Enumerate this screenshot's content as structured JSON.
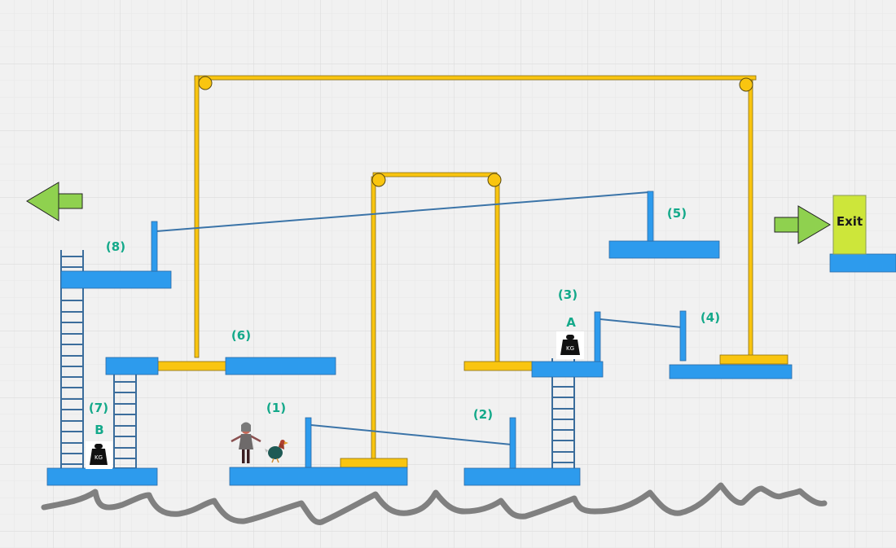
{
  "colors": {
    "background": "#f1f1f1",
    "grid_minor": "#e6e6e6",
    "grid_major": "#dadada",
    "platform": "#2d9bed",
    "platform_stroke": "#2c6aa3",
    "rope_frame": "#f9c510",
    "rope_frame_stroke": "#8a6d10",
    "wire": "#3b74a8",
    "ladder": "#3b6d9c",
    "label": "#14a98a",
    "arrow_fill": "#8fd14f",
    "exit_fill": "#cde63a",
    "ground_wave": "#808080"
  },
  "labels": {
    "p1": "(1)",
    "p2": "(2)",
    "p3": "(3)",
    "p4": "(4)",
    "p5": "(5)",
    "p6": "(6)",
    "p7": "(7)",
    "p8": "(8)",
    "weight_a": "A",
    "weight_b": "B"
  },
  "exit": {
    "label": "Exit"
  },
  "weights": {
    "a_text": "KG",
    "b_text": "KG"
  },
  "icons": {
    "left_arrow": "arrow-left-icon",
    "right_arrow": "arrow-right-icon",
    "weight": "kettlebell-weight-icon",
    "player": "girl-character-icon",
    "companion": "dodo-bird-icon",
    "pulley": "pulley-wheel-icon"
  }
}
